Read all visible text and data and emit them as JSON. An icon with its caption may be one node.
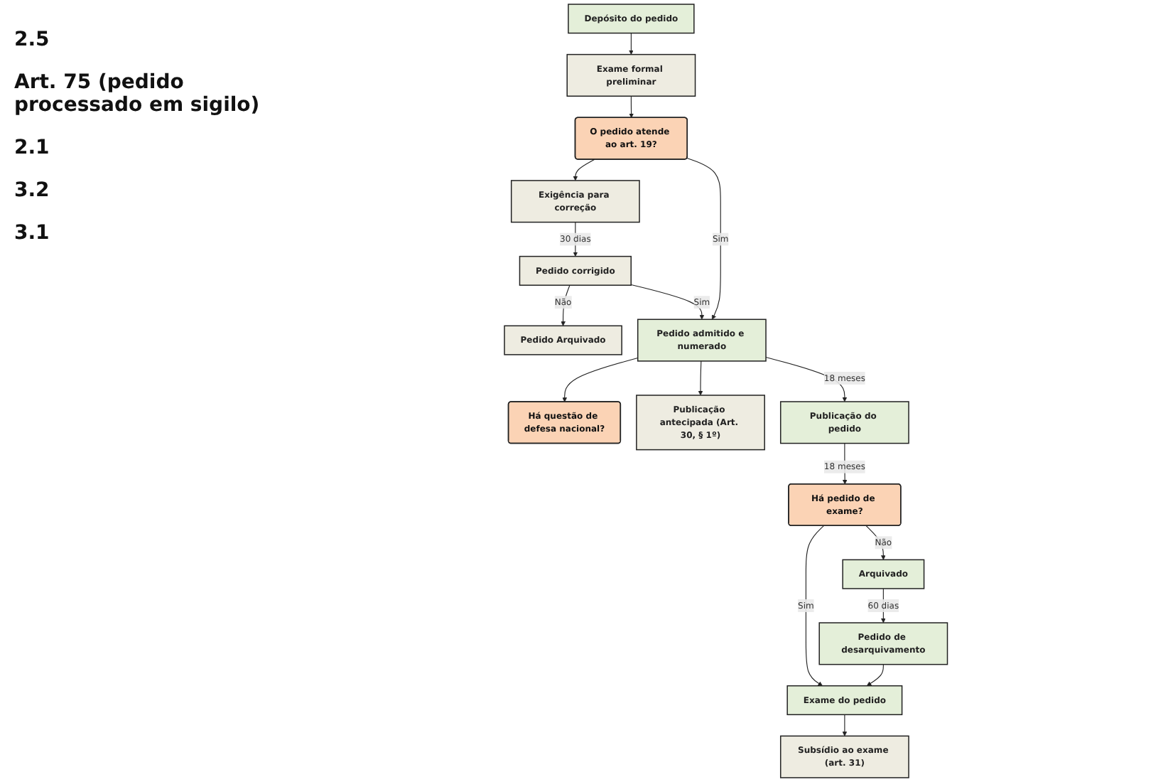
{
  "diagram": {
    "nodes": [
      {
        "text": [
          "Depósito do pedido"
        ]
      },
      {
        "text": [
          "Exame formal preliminar"
        ]
      },
      {
        "text": [
          "O pedido atende ao art. 19?"
        ]
      },
      {
        "text": [
          "Exigência para correção"
        ]
      },
      {
        "text": [
          "Pedido corrigido"
        ]
      },
      {
        "text": [
          "Pedido Arquivado"
        ]
      },
      {
        "text": [
          "Pedido admitido e numerado"
        ]
      },
      {
        "text": [
          "Há questão de defesa nacional?"
        ]
      },
      {
        "text": [
          "Publicação antecipada (Art. 30, § 1º)"
        ]
      },
      {
        "text": [
          "Publicação do pedido"
        ]
      },
      {
        "text": [
          "Há pedido de exame?"
        ]
      },
      {
        "text": [
          "Arquivado"
        ]
      },
      {
        "text": [
          "Subsídio ao exame (art. 31)"
        ]
      },
      {
        "text": [
          "Exame do pedido"
        ]
      },
      {
        "text": [
          "Pedido de desarquivamento"
        ]
      }
    ],
    "edges": [
      {
        "from": 0,
        "to": 1,
        "arrow": "to"
      },
      {
        "from": 1,
        "to": 2,
        "arrow": "to"
      },
      {
        "from": 2,
        "to": 3,
        "arrow": "to"
      },
      {
        "from": 3,
        "to": 4,
        "arrow": "to",
        "label": "30 dias"
      },
      {
        "from": 4,
        "to": 5,
        "arrow": "to",
        "label": "Não"
      },
      {
        "from": 4,
        "to": 6,
        "arrow": "to",
        "label": "Sim"
      },
      {
        "from": 2,
        "to": 6,
        "arrow": "to",
        "label": "Sim"
      },
      {
        "from": 6,
        "to": 7,
        "arrow": "to"
      },
      {
        "from": 6,
        "to": 8,
        "arrow": "to"
      },
      {
        "from": 6,
        "to": 9,
        "arrow": "to",
        "label": "18 meses"
      },
      {
        "from": 9,
        "to": 10,
        "arrow": "to",
        "label": "18 meses"
      },
      {
        "from": 10,
        "to": 11,
        "arrow": "to",
        "label": "Não"
      },
      {
        "from": 10,
        "to": 13,
        "arrow": "to",
        "label": "Sim"
      },
      {
        "from": 11,
        "to": 14,
        "arrow": "to",
        "label": "60 dias"
      },
      {
        "from": 14,
        "to": 13,
        "arrow": "to"
      },
      {
        "from": 13,
        "to": 12,
        "arrow": "to"
      }
    ],
    "labels": [
      "2.5",
      "Art. 75 (pedido processado em sigilo)",
      "2.1",
      "3.2",
      "3.1"
    ]
  }
}
